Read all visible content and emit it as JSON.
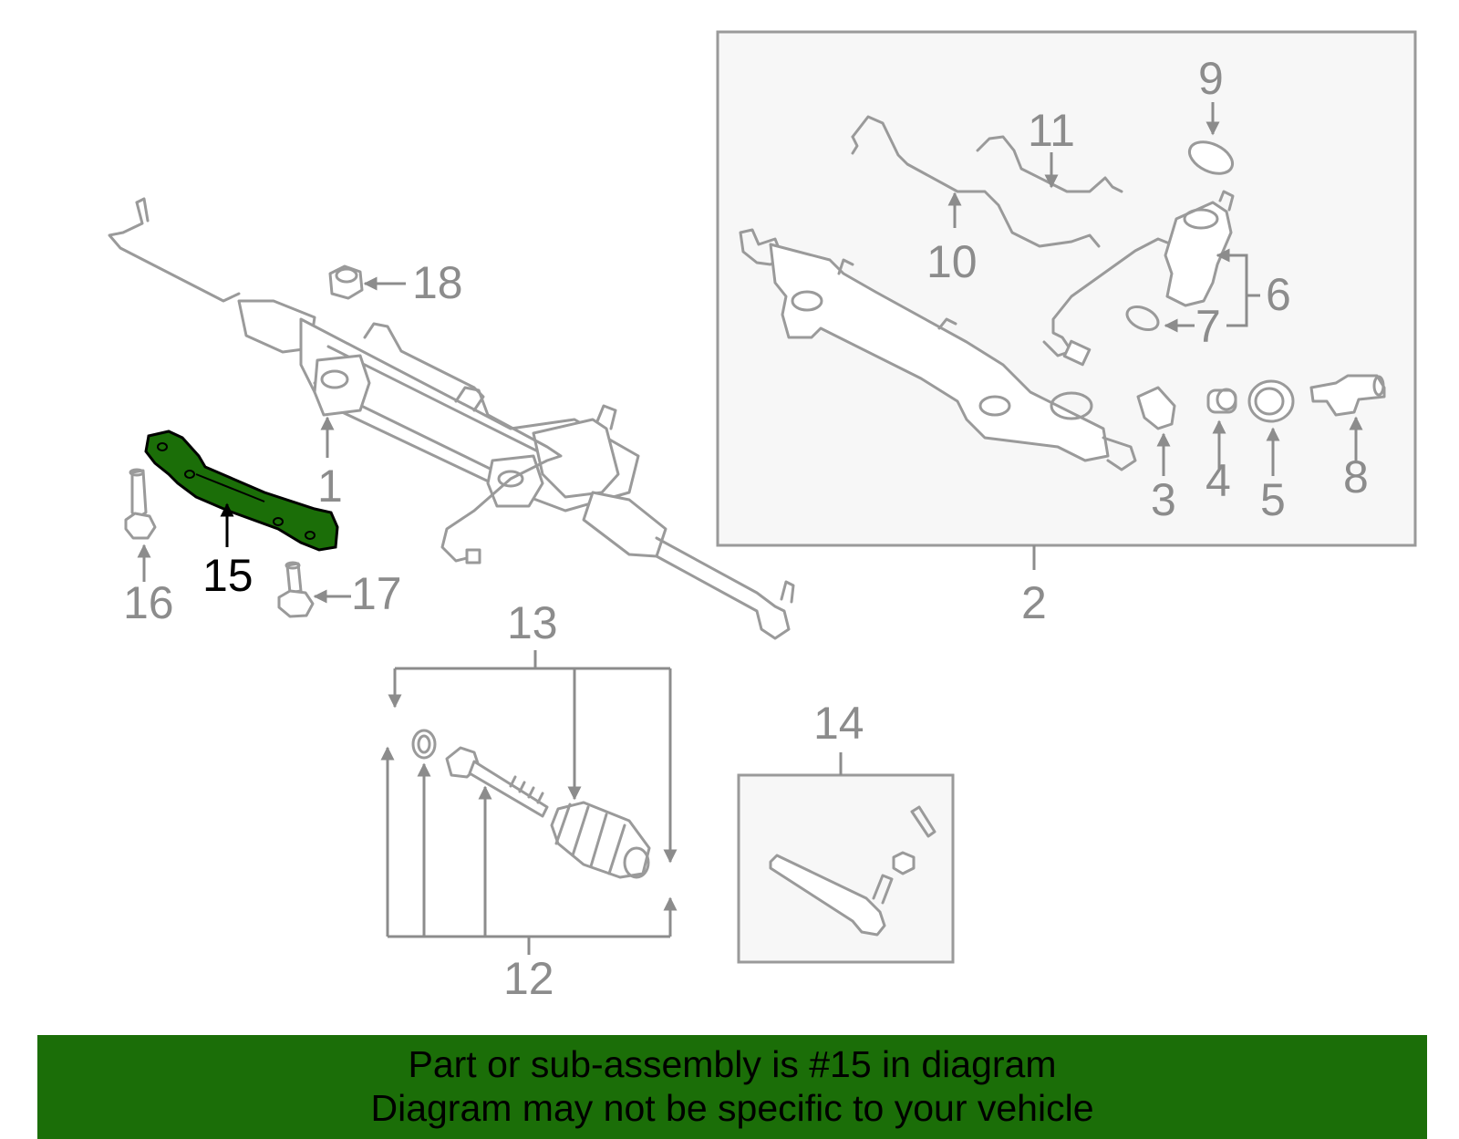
{
  "callouts": {
    "c1": "1",
    "c2": "2",
    "c3": "3",
    "c4": "4",
    "c5": "5",
    "c6": "6",
    "c7": "7",
    "c8": "8",
    "c9": "9",
    "c10": "10",
    "c11": "11",
    "c12": "12",
    "c13": "13",
    "c14": "14",
    "c15": "15",
    "c16": "16",
    "c17": "17",
    "c18": "18"
  },
  "highlighted_part": "15",
  "colors": {
    "highlight_part": "#1b6e08",
    "banner_background": "#1b6e08",
    "line_art": "#9a9a9a",
    "callout_text": "#8c8c8c",
    "box_background": "#f7f7f7"
  },
  "banner": {
    "line1": "Part or sub-assembly is #15 in diagram",
    "line2": "Diagram may not be specific to your vehicle"
  }
}
